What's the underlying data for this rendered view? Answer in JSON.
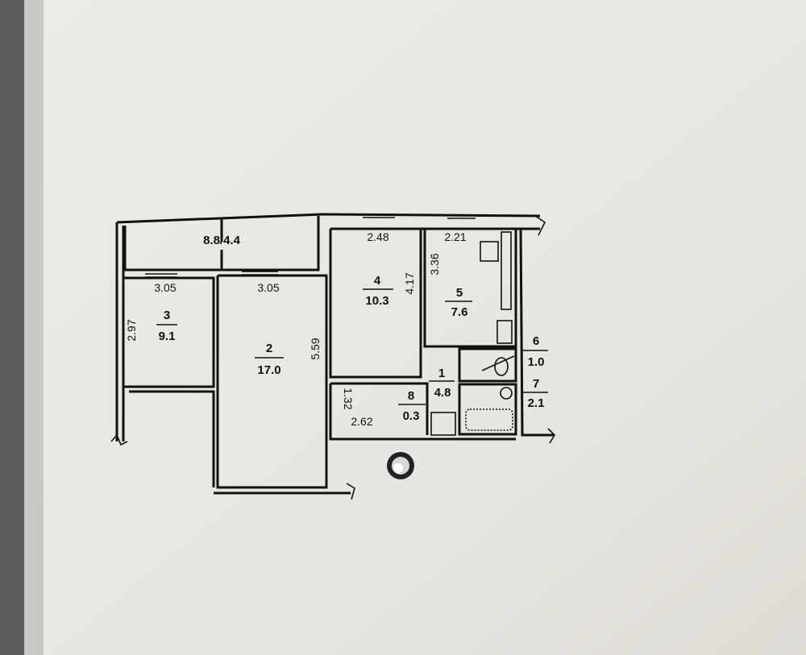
{
  "plan": {
    "balcony": {
      "area": "8.8/4.4"
    },
    "rooms": [
      {
        "number": "1",
        "area": "4.8"
      },
      {
        "number": "2",
        "area": "17.0"
      },
      {
        "number": "3",
        "area": "9.1"
      },
      {
        "number": "4",
        "area": "10.3"
      },
      {
        "number": "5",
        "area": "7.6"
      },
      {
        "number": "6",
        "area": "1.0"
      },
      {
        "number": "7",
        "area": "2.1"
      },
      {
        "number": "8",
        "area": "0.3"
      }
    ],
    "dimensions": {
      "room3_width": "3.05",
      "room3_depth": "2.97",
      "room2_width": "3.05",
      "room2_depth": "5.59",
      "room4_width": "2.48",
      "room4_depth": "4.17",
      "room5_width": "2.21",
      "room5_depth": "3.36",
      "corridor_width": "2.62",
      "corridor_depth": "1.32"
    }
  }
}
